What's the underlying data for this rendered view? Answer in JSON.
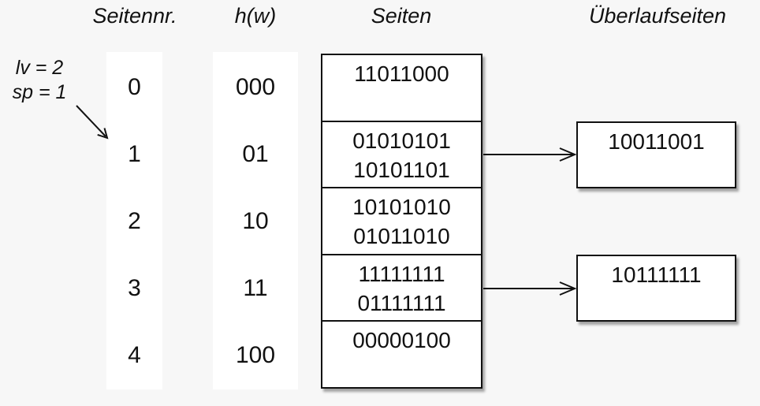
{
  "headers": {
    "seitennr": "Seitennr.",
    "hash": "h(w)",
    "seiten": "Seiten",
    "ueberlaufseiten": "Überlaufseiten"
  },
  "annotation": {
    "level": "lv = 2",
    "split_pointer": "sp = 1"
  },
  "rows": [
    {
      "nr": "0",
      "hash": "000",
      "entries": [
        "11011000"
      ]
    },
    {
      "nr": "1",
      "hash": "01",
      "entries": [
        "01010101",
        "10101101"
      ]
    },
    {
      "nr": "2",
      "hash": "10",
      "entries": [
        "10101010",
        "01011010"
      ]
    },
    {
      "nr": "3",
      "hash": "11",
      "entries": [
        "11111111",
        "01111111"
      ]
    },
    {
      "nr": "4",
      "hash": "100",
      "entries": [
        "00000100"
      ]
    }
  ],
  "overflow_pages": [
    {
      "attached_to_row": "1",
      "value": "10011001"
    },
    {
      "attached_to_row": "3",
      "value": "10111111"
    }
  ],
  "colors": {
    "background": "#f7f7f7",
    "box_fill": "#ffffff",
    "stroke": "#111111"
  }
}
